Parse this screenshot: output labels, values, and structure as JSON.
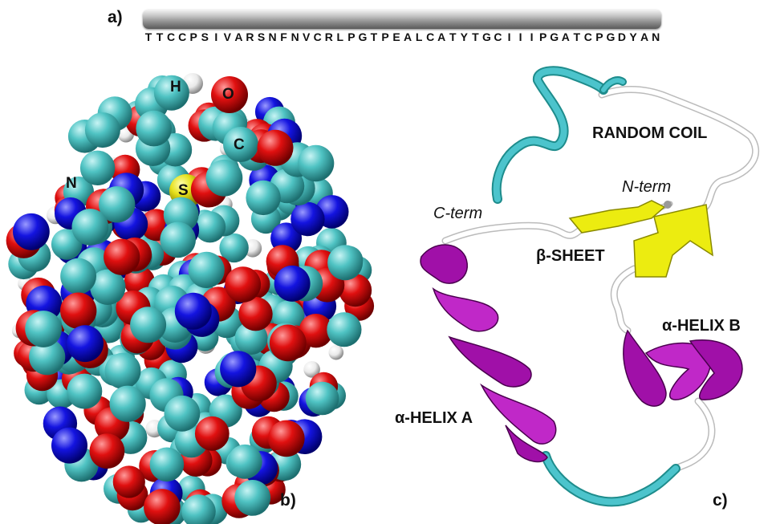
{
  "panels": {
    "a": {
      "label": "a)"
    },
    "b": {
      "label": "b)"
    },
    "c": {
      "label": "c)"
    }
  },
  "sequence": [
    "T",
    "T",
    "C",
    "C",
    "P",
    "S",
    "I",
    "V",
    "A",
    "R",
    "S",
    "N",
    "F",
    "N",
    "V",
    "C",
    "R",
    "L",
    "P",
    "G",
    "T",
    "P",
    "E",
    "A",
    "L",
    "C",
    "A",
    "T",
    "Y",
    "T",
    "G",
    "C",
    "I",
    "I",
    "I",
    "P",
    "G",
    "A",
    "T",
    "C",
    "P",
    "G",
    "D",
    "Y",
    "A",
    "N"
  ],
  "atom_labels": {
    "H": "H",
    "O": "O",
    "C": "C",
    "N": "N",
    "S": "S"
  },
  "structure_labels": {
    "random_coil": "RANDOM COIL",
    "n_term": "N-term",
    "c_term": "C-term",
    "beta_sheet": "β-SHEET",
    "helix_a": "α-HELIX A",
    "helix_b": "α-HELIX B"
  },
  "colors": {
    "carbon": "#4fc3c3",
    "oxygen": "#e01010",
    "nitrogen": "#1414e0",
    "hydrogen": "#f2f2f2",
    "sulfur": "#e6e01a",
    "helix": "#a010a8",
    "sheet": "#ecec10",
    "coil": "#ffffff",
    "turn": "#4cc4cc"
  }
}
